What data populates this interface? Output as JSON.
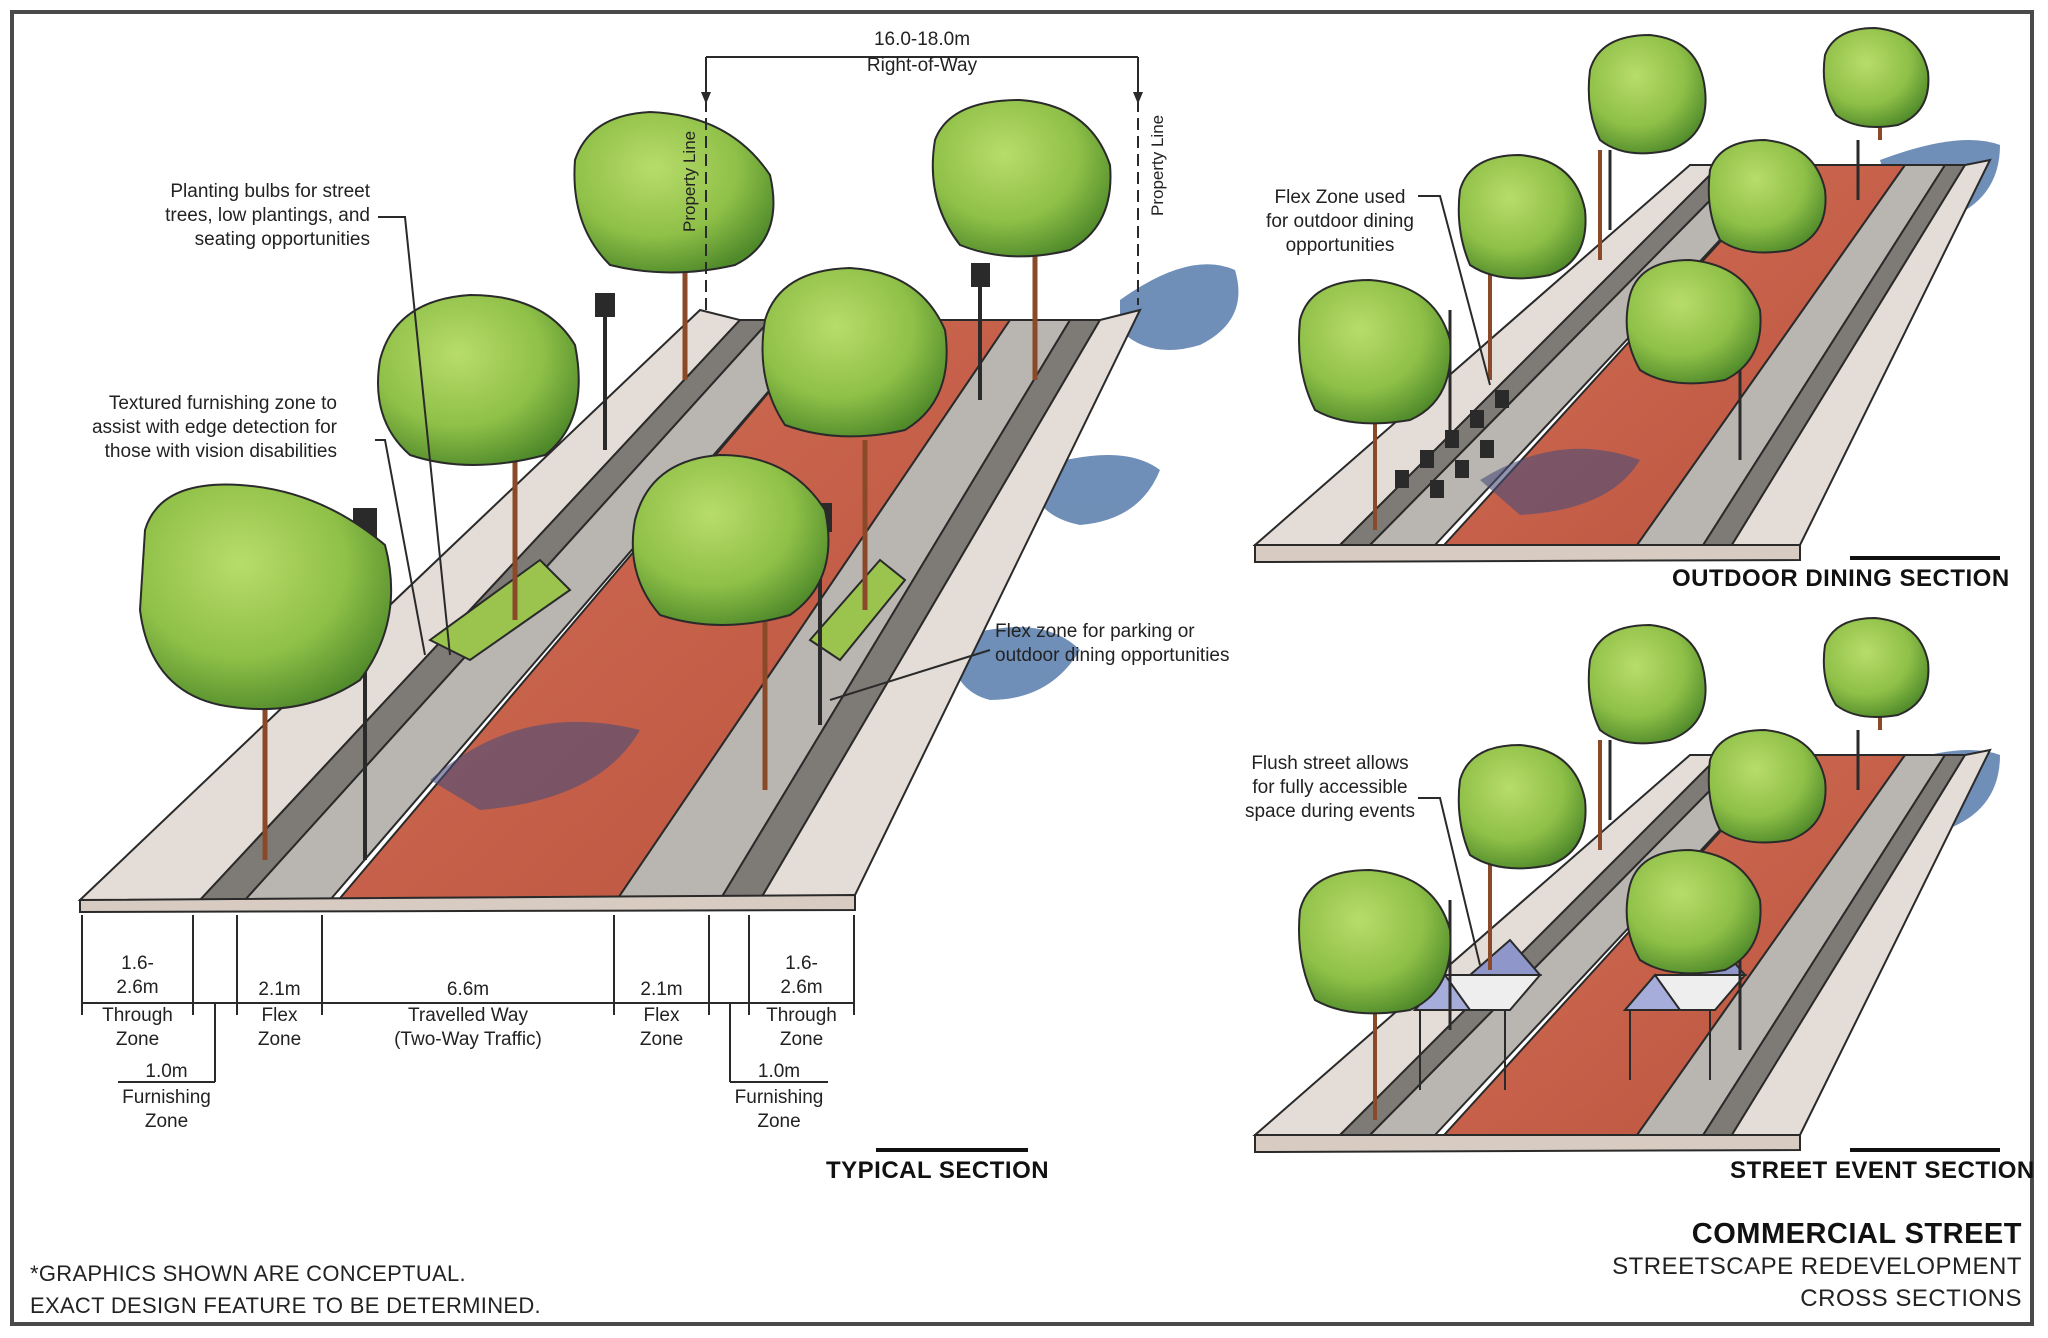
{
  "typical": {
    "right_of_way_value": "16.0-18.0m",
    "right_of_way_label": "Right-of-Way",
    "property_line_left": "Property Line",
    "property_line_right": "Property Line",
    "callouts": {
      "planting": [
        "Planting bulbs for street",
        "trees, low plantings, and",
        "seating opportunities"
      ],
      "textured": [
        "Textured furnishing zone to",
        "assist with edge detection for",
        "those with vision disabilities"
      ],
      "flex": [
        "Flex zone for parking or",
        "outdoor dining opportunities"
      ]
    },
    "dimensions": [
      {
        "value": "1.6-\n2.6m",
        "label": "Through\nZone"
      },
      {
        "value": "1.0m",
        "label": "Furnishing\nZone"
      },
      {
        "value": "2.1m",
        "label": "Flex\nZone"
      },
      {
        "value": "6.6m",
        "label": "Travelled Way\n(Two-Way Traffic)"
      },
      {
        "value": "2.1m",
        "label": "Flex\nZone"
      },
      {
        "value": "1.0m",
        "label": "Furnishing\nZone"
      },
      {
        "value": "1.6-\n2.6m",
        "label": "Through\nZone"
      }
    ],
    "section_title": "TYPICAL SECTION"
  },
  "outdoor": {
    "callout": [
      "Flex Zone used",
      "for outdoor dining",
      "opportunities"
    ],
    "section_title": "OUTDOOR DINING SECTION"
  },
  "event": {
    "callout": [
      "Flush street allows",
      "for fully accessible",
      "space during events"
    ],
    "section_title": "STREET EVENT SECTION"
  },
  "title_block": {
    "title": "COMMERCIAL STREET",
    "subtitle_1": "STREETSCAPE REDEVELOPMENT",
    "subtitle_2": "CROSS SECTIONS"
  },
  "disclaimer": {
    "line1": "*GRAPHICS SHOWN ARE CONCEPTUAL.",
    "line2": "EXACT DESIGN FEATURE TO BE DETERMINED."
  },
  "colors": {
    "road": "#c9604a",
    "sidewalk": "#e4dcd6",
    "flex": "#b9b6b2",
    "tree": "#8fc048",
    "shadow": "#3f6aa0",
    "outline": "#2a2a2a"
  }
}
